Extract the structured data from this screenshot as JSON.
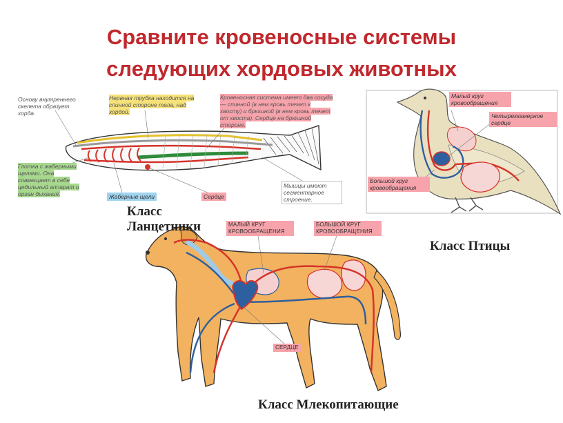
{
  "title": {
    "line1": "Сравните кровеносные системы",
    "line2": "следующих хордовых животных"
  },
  "lancelet": {
    "labels": {
      "notochord": "Основу внутреннего скелета образует хорда.",
      "nerve_tube": "Нервная трубка находится на спинной стороне тела, над хордой.",
      "circulatory": "Кровеносная система имеет два сосуда — спинной (в нем кровь течет к хвосту) и брюшной (в нем кровь течет от хвоста). Сердце на брюшной стороне.",
      "pharynx": "Глотка с жаберными щелями. Она совмещает в себе цедильный аппарат и орган дыхания.",
      "gill_slits": "Жаберные щели",
      "heart": "Сердце",
      "muscles": "Мышцы имеют сегментарное строение."
    },
    "class_name": "Класс Ланцетники"
  },
  "bird": {
    "labels": {
      "small_circle": "Малый круг кровообращения",
      "four_chamber": "Четырехкамерное сердце",
      "big_circle": "Большой круг кровообращения"
    },
    "class_name": "Класс Птицы"
  },
  "mammal": {
    "labels": {
      "small_circle": "МАЛЫЙ КРУГ КРОВООБРАЩЕНИЯ",
      "big_circle": "БОЛЬШОЙ КРУГ КРОВООБРАЩЕНИЯ",
      "heart": "СЕРДЦЕ"
    },
    "class_name": "Класс Млекопитающие"
  },
  "colors": {
    "title": "#c0282d",
    "artery": "#d6332a",
    "vein": "#2e5f9e",
    "body_fill": "#f2b25f",
    "bird_fill": "#e9e0c0"
  }
}
